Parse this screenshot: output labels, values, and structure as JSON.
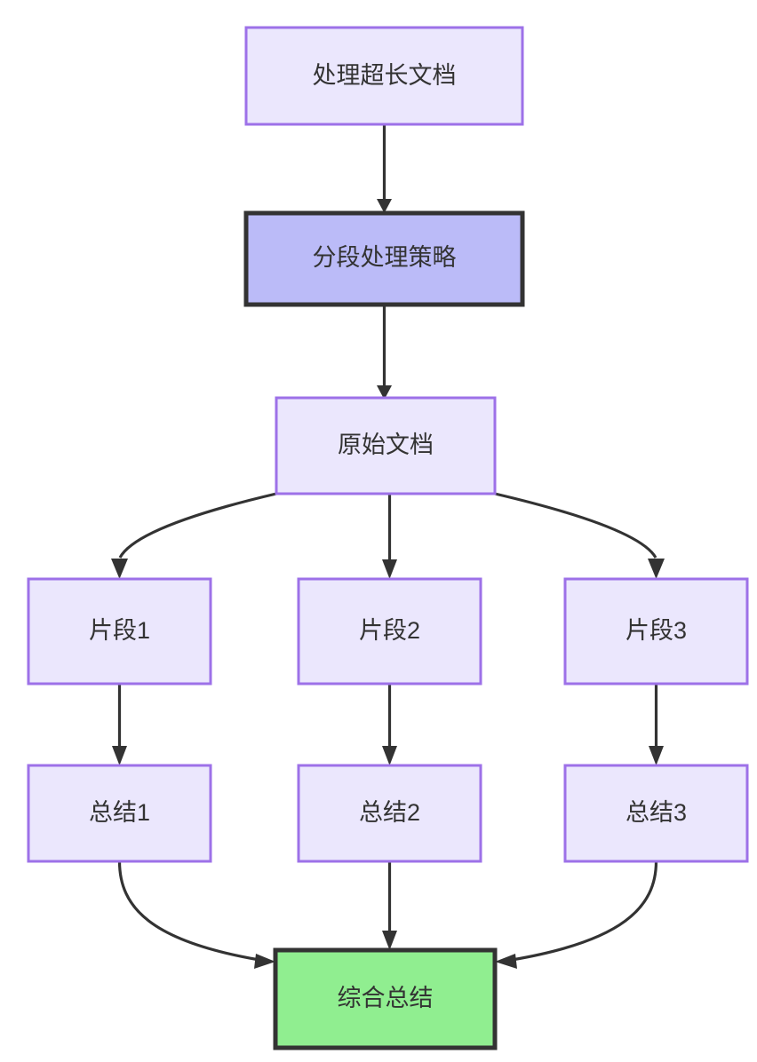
{
  "diagram": {
    "title_node": "处理超长文档",
    "type": "flowchart",
    "direction": "top-down",
    "background_color": "#ffffff",
    "colors": {
      "node_fill": "#ebe7fd",
      "node_border": "#9d71e8",
      "strategy_fill": "#bbbbf8",
      "strategy_border": "#333333",
      "final_fill": "#90ee90",
      "final_border": "#333333",
      "edge": "#333333",
      "text": "#333333"
    },
    "nodes": [
      {
        "id": "doc",
        "label": "处理超长文档",
        "style": "normal"
      },
      {
        "id": "strategy",
        "label": "分段处理策略",
        "style": "strategy"
      },
      {
        "id": "source",
        "label": "原始文档",
        "style": "normal"
      },
      {
        "id": "frag1",
        "label": "片段1",
        "style": "normal"
      },
      {
        "id": "frag2",
        "label": "片段2",
        "style": "normal"
      },
      {
        "id": "frag3",
        "label": "片段3",
        "style": "normal"
      },
      {
        "id": "sum1",
        "label": "总结1",
        "style": "normal"
      },
      {
        "id": "sum2",
        "label": "总结2",
        "style": "normal"
      },
      {
        "id": "sum3",
        "label": "总结3",
        "style": "normal"
      },
      {
        "id": "final",
        "label": "综合总结",
        "style": "final"
      }
    ],
    "edges": [
      {
        "from": "doc",
        "to": "strategy"
      },
      {
        "from": "strategy",
        "to": "source"
      },
      {
        "from": "source",
        "to": "frag1"
      },
      {
        "from": "source",
        "to": "frag2"
      },
      {
        "from": "source",
        "to": "frag3"
      },
      {
        "from": "frag1",
        "to": "sum1"
      },
      {
        "from": "frag2",
        "to": "sum2"
      },
      {
        "from": "frag3",
        "to": "sum3"
      },
      {
        "from": "sum1",
        "to": "final"
      },
      {
        "from": "sum2",
        "to": "final"
      },
      {
        "from": "sum3",
        "to": "final"
      }
    ]
  }
}
